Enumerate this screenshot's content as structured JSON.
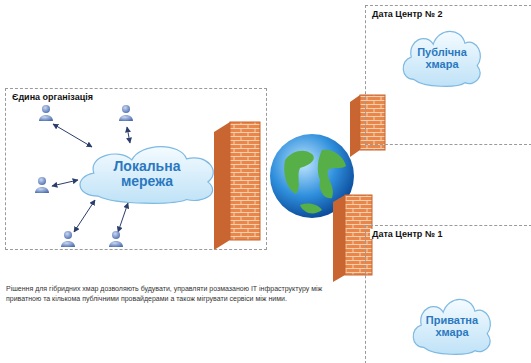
{
  "diagram": {
    "caption": "Рішення для гібридних хмар дозволяють будувати, управляти розмазаною ІТ інфраструктуру між приватною та кількома публічними провайдерами а також мігрувати сервіси між ними.",
    "nodes": [
      {
        "text": [
          "Дата Центр № 2"
        ]
      },
      {
        "text": [
          "Публічна хмара"
        ],
        "in": 0
      },
      {
        "text": [
          "Єдина організація"
        ]
      },
      {
        "text": [
          "Локальна мережа"
        ],
        "in": 2
      },
      {
        "text": [
          "Дата Центр № 1"
        ]
      },
      {
        "text": [
          "Приватна хмара"
        ],
        "in": 4
      }
    ]
  }
}
